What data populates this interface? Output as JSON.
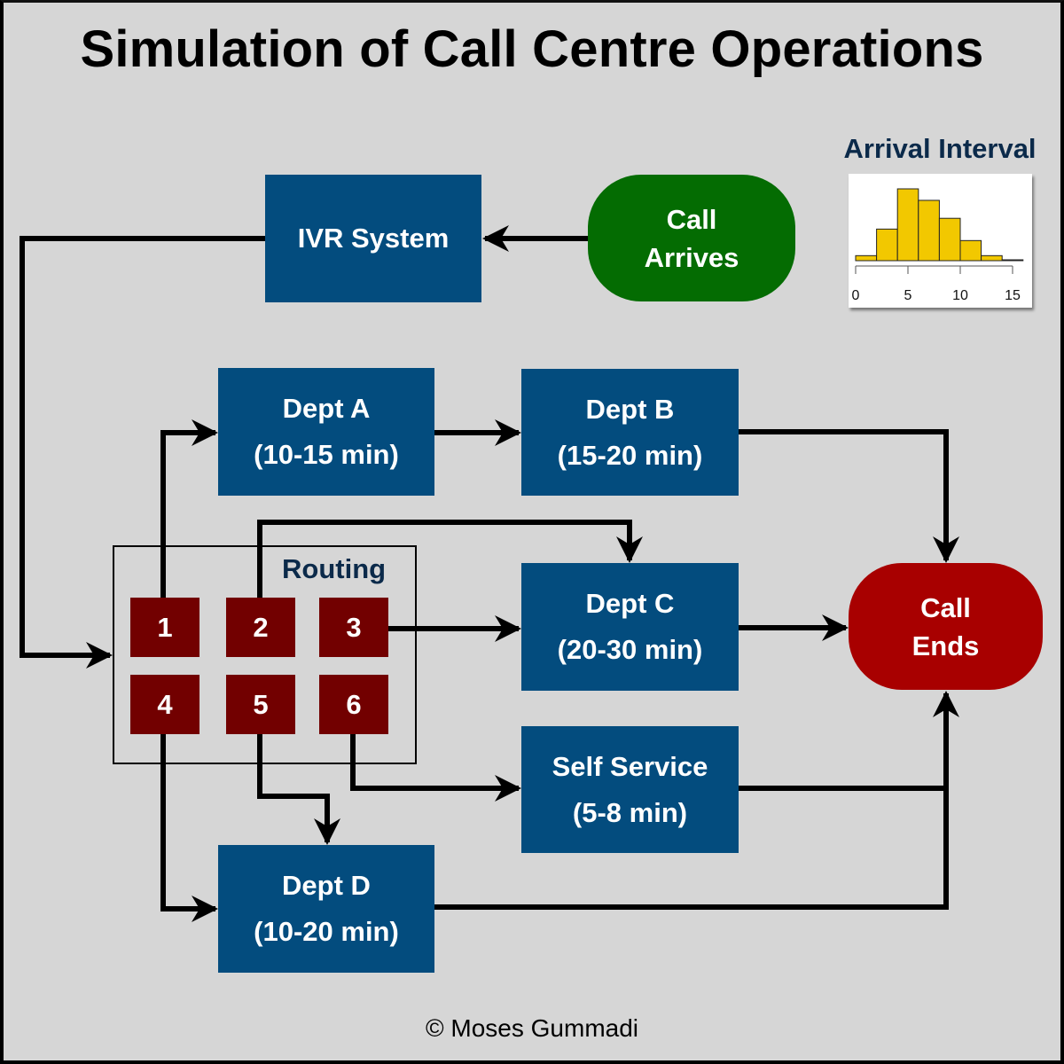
{
  "title": "Simulation of Call Centre Operations",
  "nodes": {
    "call_arrives": [
      "Call",
      "Arrives"
    ],
    "ivr": "IVR System",
    "dept_a": {
      "name": "Dept A",
      "time": "(10-15 min)"
    },
    "dept_b": {
      "name": "Dept B",
      "time": "(15-20 min)"
    },
    "dept_c": {
      "name": "Dept C",
      "time": "(20-30 min)"
    },
    "self_service": {
      "name": "Self Service",
      "time": "(5-8 min)"
    },
    "dept_d": {
      "name": "Dept D",
      "time": "(10-20 min)"
    },
    "call_ends": [
      "Call",
      "Ends"
    ]
  },
  "routing": {
    "label": "Routing",
    "options": [
      "1",
      "2",
      "3",
      "4",
      "5",
      "6"
    ]
  },
  "flows": [
    {
      "from": "Call Arrives",
      "to": "IVR System"
    },
    {
      "from": "IVR System",
      "to": "Routing"
    },
    {
      "from": "Route 1",
      "to": "Dept A"
    },
    {
      "from": "Dept A",
      "to": "Dept B"
    },
    {
      "from": "Dept B",
      "to": "Call Ends"
    },
    {
      "from": "Route 2",
      "to": "Dept C"
    },
    {
      "from": "Route 3",
      "to": "Dept C"
    },
    {
      "from": "Dept C",
      "to": "Call Ends"
    },
    {
      "from": "Route 4",
      "to": "Dept D"
    },
    {
      "from": "Route 5",
      "to": "Dept D"
    },
    {
      "from": "Route 6",
      "to": "Self Service"
    },
    {
      "from": "Self Service",
      "to": "Call Ends"
    },
    {
      "from": "Dept D",
      "to": "Call Ends"
    }
  ],
  "colors": {
    "process": "#034c7e",
    "start": "#046c02",
    "end": "#a80000",
    "route": "#720000",
    "histogram_bar": "#f2c800",
    "background": "#d6d6d6"
  },
  "chart_data": {
    "type": "bar",
    "title": "Arrival Interval",
    "xlabel": "",
    "ylabel": "",
    "bin_edges": [
      0,
      2,
      4,
      6,
      8,
      10,
      12,
      14,
      16
    ],
    "values": [
      7,
      44,
      100,
      84,
      59,
      28,
      7,
      1
    ],
    "value_units": "relative frequency (tallest bin = 100)",
    "xlim": [
      0,
      16
    ],
    "xticks": [
      "0",
      "5",
      "10",
      "15"
    ],
    "grid": false
  },
  "copyright": "© Moses Gummadi"
}
